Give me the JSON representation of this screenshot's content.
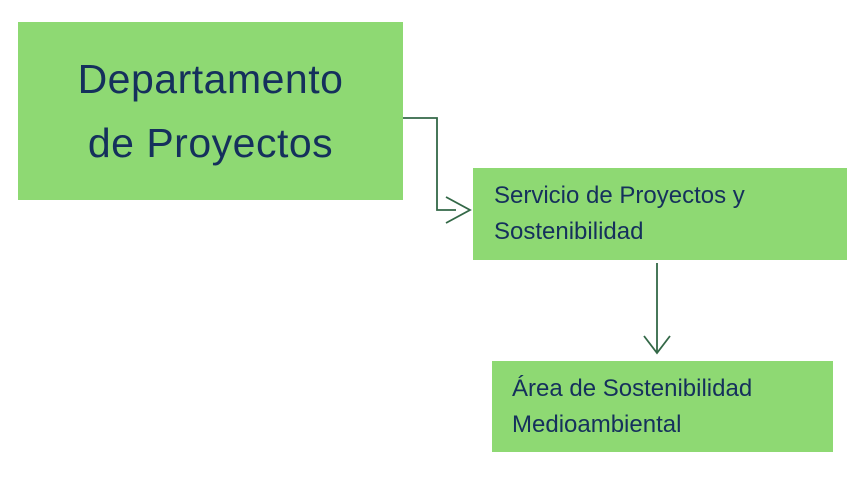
{
  "diagram": {
    "type": "org-chart",
    "colors": {
      "background": "#ffffff",
      "node_fill": "#8ed973",
      "node_text": "#15305c",
      "connector": "#336847"
    },
    "nodes": [
      {
        "id": "departamento-de-proyectos",
        "label": "Departamento de Proyectos",
        "lines": [
          "Departamento",
          "de Proyectos"
        ]
      },
      {
        "id": "servicio-de-proyectos-y-sostenibilidad",
        "label": "Servicio de Proyectos y Sostenibilidad",
        "lines": [
          "Servicio de Proyectos y",
          "Sostenibilidad"
        ]
      },
      {
        "id": "area-de-sostenibilidad-medioambiental",
        "label": "Área de Sostenibilidad Medioambiental",
        "lines": [
          "Área de Sostenibilidad",
          "Medioambiental"
        ]
      }
    ],
    "edges": [
      {
        "from": "Departamento de Proyectos",
        "to": "Servicio de Proyectos y Sostenibilidad",
        "style": "elbow-open-arrow"
      },
      {
        "from": "Servicio de Proyectos y Sostenibilidad",
        "to": "Área de Sostenibilidad Medioambiental",
        "style": "straight-open-arrow"
      }
    ]
  }
}
